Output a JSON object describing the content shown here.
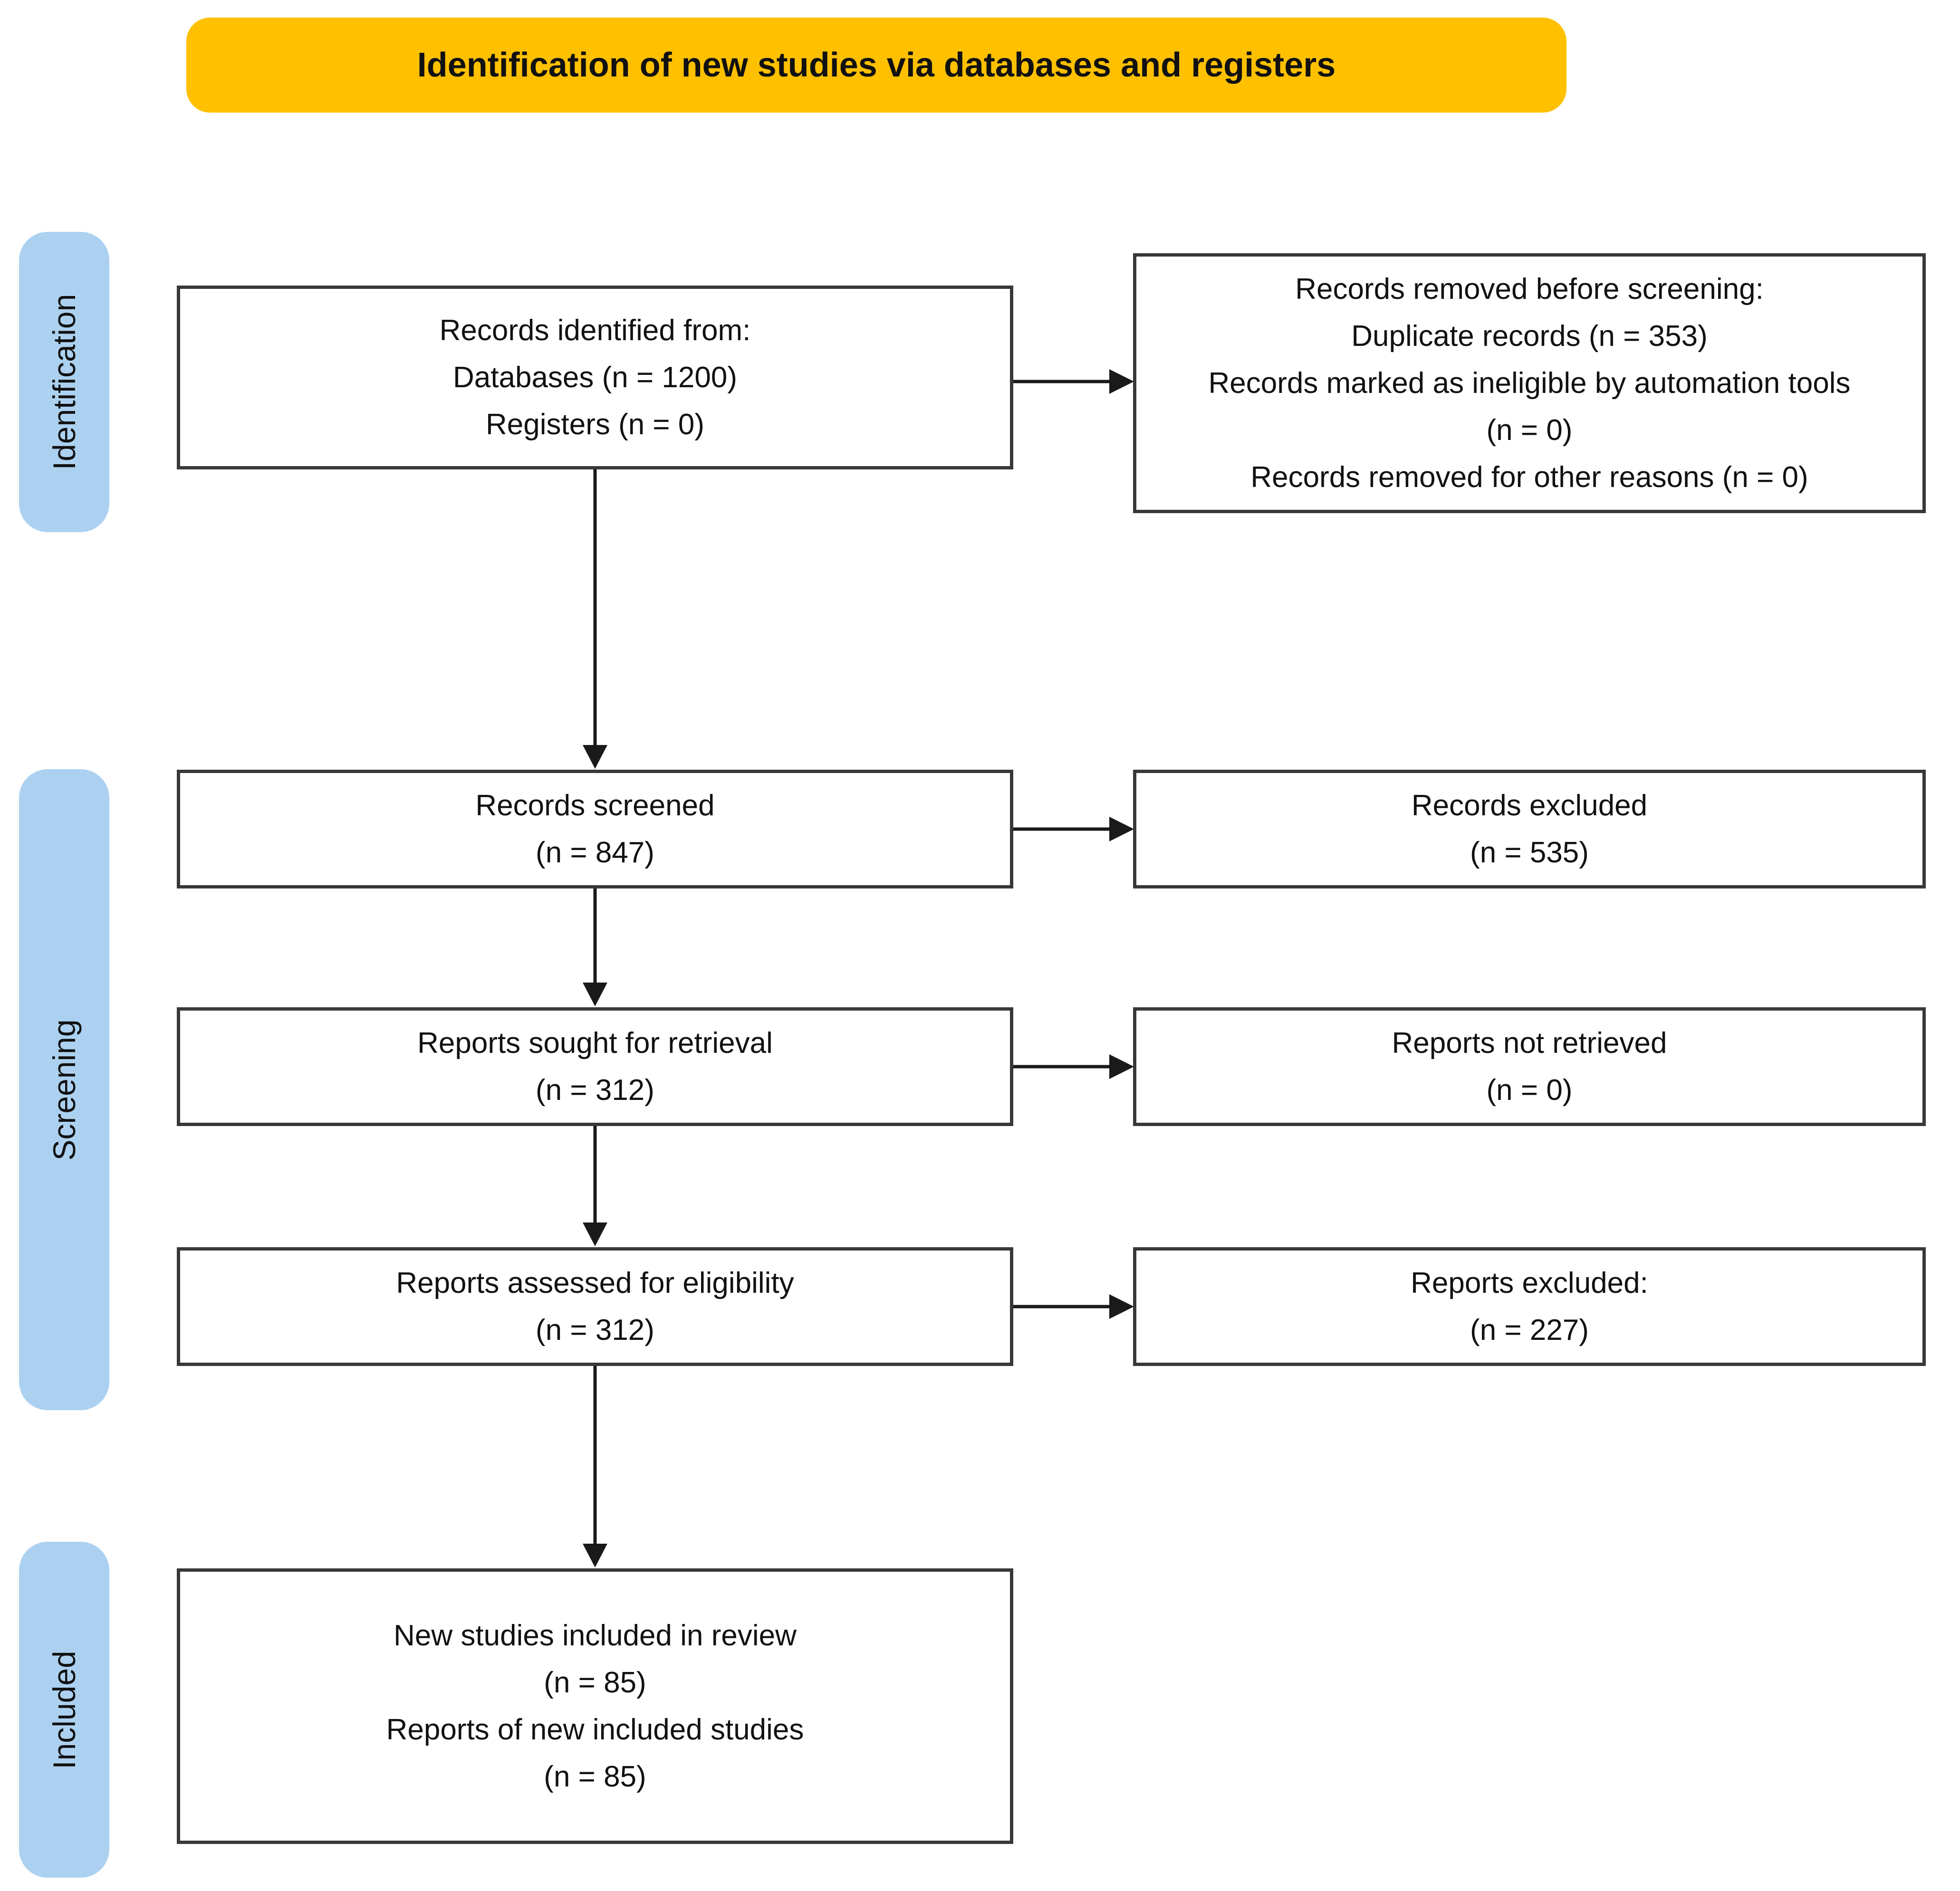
{
  "banner": {
    "label": "Identification of new studies via databases and registers"
  },
  "stages": {
    "identification": "Identification",
    "screening": "Screening",
    "included": "Included"
  },
  "boxes": {
    "records_identified": {
      "lines": [
        "Records identified from:",
        "Databases (n = 1200)",
        "Registers (n = 0)"
      ]
    },
    "records_removed": {
      "lines": [
        "Records removed before screening:",
        "Duplicate records (n = 353)",
        "Records marked as ineligible by automation tools (n = 0)",
        "Records removed for other reasons (n = 0)"
      ]
    },
    "records_screened": {
      "lines": [
        "Records screened",
        "(n = 847)"
      ]
    },
    "records_excluded": {
      "lines": [
        "Records excluded",
        "(n = 535)"
      ]
    },
    "reports_sought": {
      "lines": [
        "Reports sought for retrieval",
        "(n = 312)"
      ]
    },
    "reports_not_retrieved": {
      "lines": [
        "Reports not retrieved",
        "(n = 0)"
      ]
    },
    "reports_assessed": {
      "lines": [
        "Reports assessed for eligibility",
        "(n = 312)"
      ]
    },
    "reports_excluded": {
      "lines": [
        "Reports excluded:",
        "(n = 227)"
      ]
    },
    "new_studies_included": {
      "lines": [
        "New studies included in review",
        "(n = 85)",
        "Reports of new included studies",
        "(n = 85)"
      ]
    }
  },
  "colors": {
    "banner_bg": "#FFC000",
    "stage_bg": "#ACD1F0",
    "box_border": "#383838",
    "arrow": "#1a1a1a",
    "text": "#111111"
  }
}
